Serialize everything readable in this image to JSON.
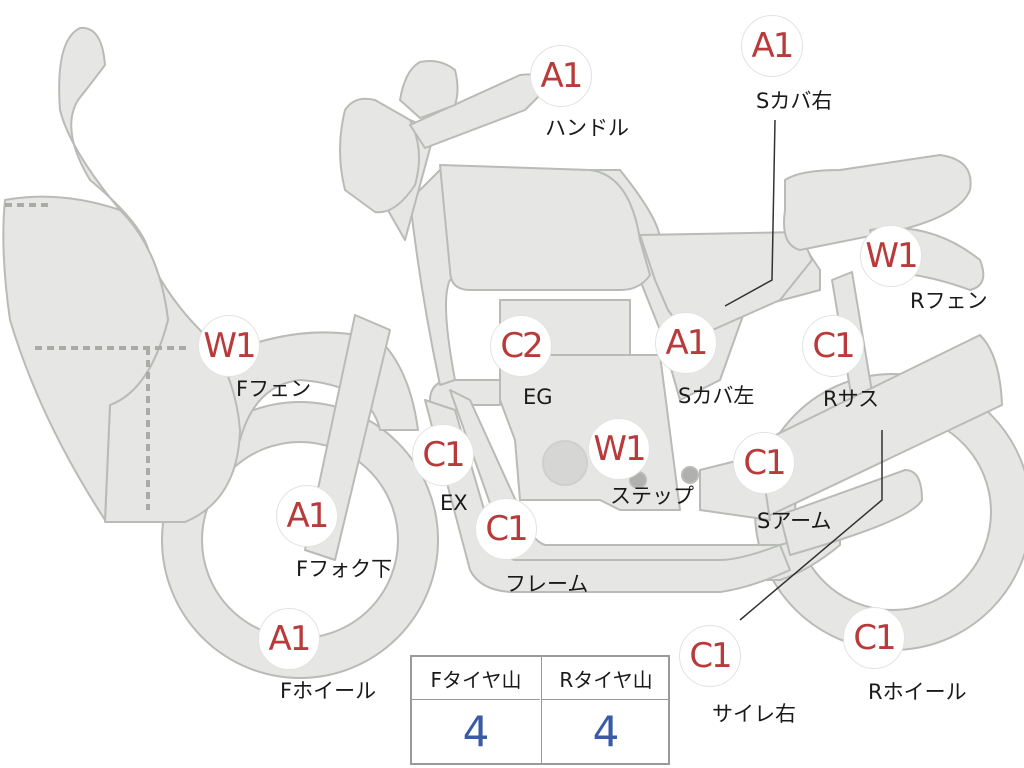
{
  "parts": [
    {
      "id": "handle",
      "code": "A1",
      "label": "ハンドル"
    },
    {
      "id": "side-cover-right",
      "code": "A1",
      "label": "Sカバ右"
    },
    {
      "id": "rear-fender",
      "code": "W1",
      "label": "Rフェン"
    },
    {
      "id": "front-fender",
      "code": "W1",
      "label": "Fフェン"
    },
    {
      "id": "engine",
      "code": "C2",
      "label": "EG"
    },
    {
      "id": "side-cover-left",
      "code": "A1",
      "label": "Sカバ左"
    },
    {
      "id": "rear-suspension",
      "code": "C1",
      "label": "Rサス"
    },
    {
      "id": "exhaust",
      "code": "C1",
      "label": "EX"
    },
    {
      "id": "step",
      "code": "W1",
      "label": "ステップ"
    },
    {
      "id": "swing-arm",
      "code": "C1",
      "label": "Sアーム"
    },
    {
      "id": "front-fork-lower",
      "code": "A1",
      "label": "Fフォク下"
    },
    {
      "id": "frame",
      "code": "C1",
      "label": "フレーム"
    },
    {
      "id": "front-wheel",
      "code": "A1",
      "label": "Fホイール"
    },
    {
      "id": "silencer-right",
      "code": "C1",
      "label": "サイレ右"
    },
    {
      "id": "rear-wheel",
      "code": "C1",
      "label": "Rホイール"
    }
  ],
  "tread_table": {
    "headers": [
      "Fタイヤ山",
      "Rタイヤ山"
    ],
    "values": [
      "4",
      "4"
    ]
  },
  "colors": {
    "part_fill": "#e6e7e4",
    "part_stroke": "#b9bbb7",
    "grade_text": "#b83a3a",
    "value_text": "#3b5aa6"
  }
}
